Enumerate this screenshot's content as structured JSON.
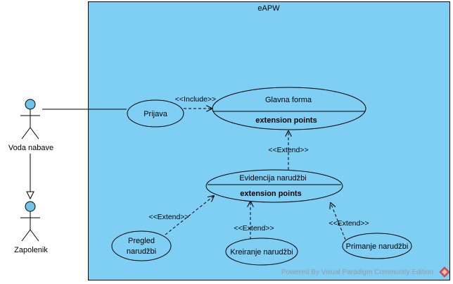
{
  "system": {
    "name": "eAPW",
    "fill": "#7fcff5"
  },
  "actors": {
    "voda": {
      "name": "Voda nabave"
    },
    "zap": {
      "name": "Zapolenik"
    }
  },
  "usecases": {
    "prijava": {
      "name": "Prijava"
    },
    "glavna": {
      "name": "Glavna forma",
      "ext": "extension points"
    },
    "evidencija": {
      "name": "Evidencija narudžbi",
      "ext": "extension points"
    },
    "pregled": {
      "name_line1": "Pregled",
      "name_line2": "narudžbi"
    },
    "kreiranje": {
      "name": "Kreiranje narudžbi"
    },
    "primanje": {
      "name": "Primanje narudžbi"
    }
  },
  "relations": {
    "include": "<<Include>>",
    "extend_main": "<<Extend>>",
    "extend_pregled": "<<Extend>>",
    "extend_kreiranje": "<<Extend>>",
    "extend_primanje": "<<Extend>>"
  },
  "footer": {
    "text": "Powered By  Visual Paradigm Community Edition"
  },
  "colors": {
    "actor_head": "#6fc3eb",
    "usecase_fill": "#7fcff5",
    "logo": "#d9534f"
  }
}
